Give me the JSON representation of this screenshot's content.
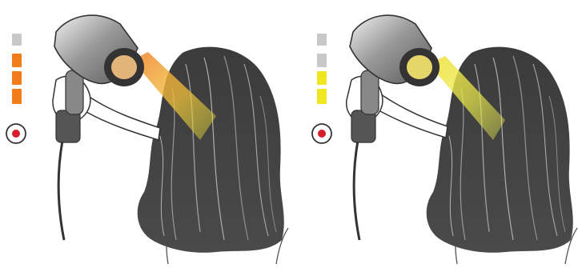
{
  "panels": [
    {
      "id": "left",
      "heat_level_bars": 4,
      "heat_level_active": 3,
      "active_bar_color": "#f07d1a",
      "inactive_bar_color": "#c8c8c8",
      "airflow_gradient": [
        "#f08a3c",
        "#f2c23a",
        "#e8e63c"
      ],
      "power_button_color": "#d81e2a",
      "icons": [
        "heat-setting-indicator-icon",
        "power-button-icon",
        "hair-dryer-icon",
        "hair-icon",
        "airflow-icon"
      ]
    },
    {
      "id": "right",
      "heat_level_bars": 4,
      "heat_level_active": 2,
      "active_bar_color": "#f0e620",
      "inactive_bar_color": "#c8c8c8",
      "airflow_gradient": [
        "#f0e24a",
        "#ecec4a",
        "#e6ea56"
      ],
      "power_button_color": "#d81e2a",
      "icons": [
        "heat-setting-indicator-icon",
        "power-button-icon",
        "hair-dryer-icon",
        "hair-icon",
        "airflow-icon"
      ]
    }
  ]
}
